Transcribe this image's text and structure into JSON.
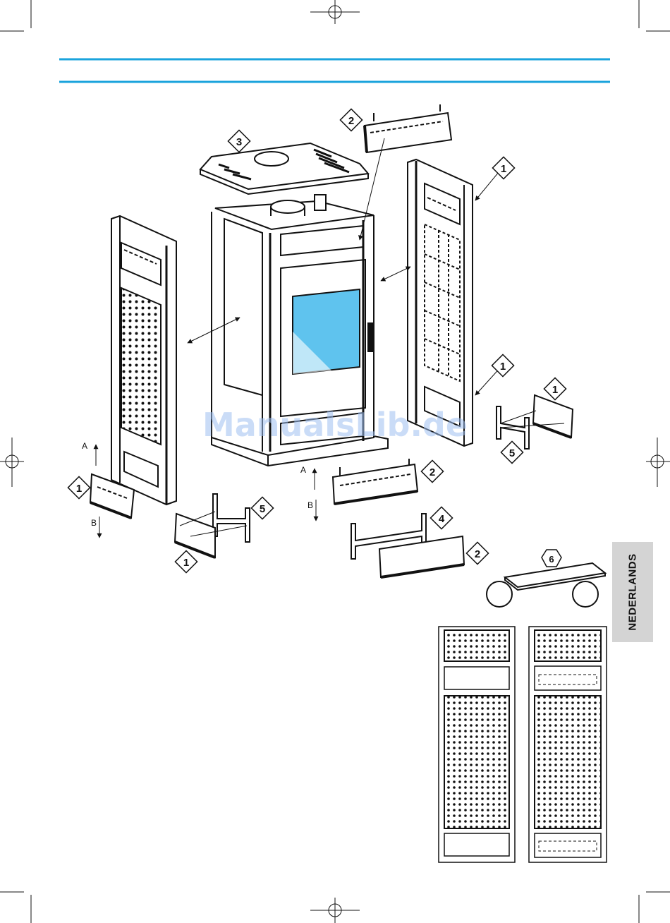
{
  "header": {
    "rule_color": "#1aa3dc"
  },
  "side_tab": {
    "label": "NEDERLANDS"
  },
  "watermark": {
    "text": "ManualsLib.de"
  },
  "callouts": {
    "c1": "1",
    "c2": "2",
    "c3": "3",
    "c4": "4",
    "c5": "5",
    "c6": "6"
  },
  "direction_labels": {
    "up": "A",
    "down": "B"
  },
  "glass_color": "#5fc3ee"
}
